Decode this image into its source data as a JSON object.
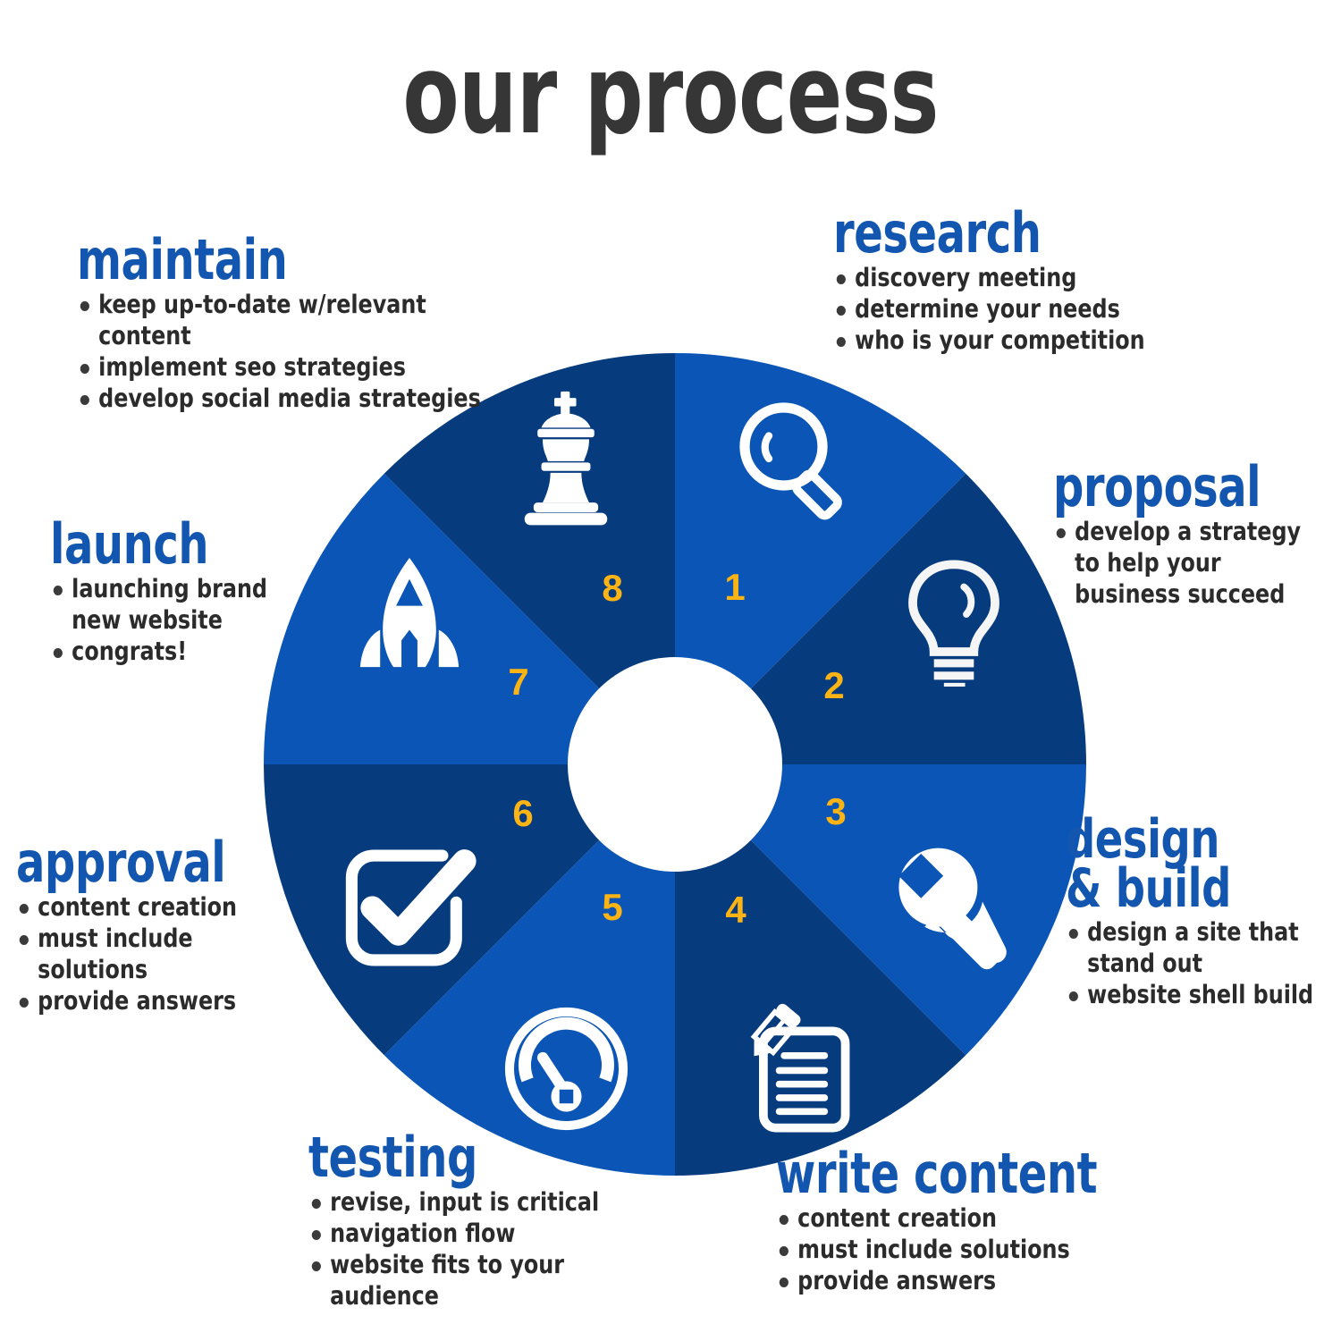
{
  "title": "our process",
  "colors": {
    "title_gray": "#363636",
    "heading_blue": "#1256b0",
    "segment_light": "#0a55b5",
    "segment_dark": "#063b7e",
    "number_orange": "#fcb415",
    "icon_white": "#ffffff",
    "body_text": "#2b2b2b"
  },
  "wheel": {
    "hub_label": "",
    "segments": [
      {
        "number": "1",
        "icon": "magnifier-icon",
        "stage": "research",
        "shade": "light"
      },
      {
        "number": "2",
        "icon": "lightbulb-icon",
        "stage": "proposal",
        "shade": "dark"
      },
      {
        "number": "3",
        "icon": "wrench-icon",
        "stage": "design & build",
        "shade": "light"
      },
      {
        "number": "4",
        "icon": "document-pencil-icon",
        "stage": "write content",
        "shade": "dark"
      },
      {
        "number": "5",
        "icon": "gauge-icon",
        "stage": "testing",
        "shade": "light"
      },
      {
        "number": "6",
        "icon": "checkbox-icon",
        "stage": "approval",
        "shade": "dark"
      },
      {
        "number": "7",
        "icon": "rocket-icon",
        "stage": "launch",
        "shade": "light"
      },
      {
        "number": "8",
        "icon": "chess-king-icon",
        "stage": "maintain",
        "shade": "dark"
      }
    ]
  },
  "callouts": {
    "maintain": {
      "heading": "maintain",
      "bullets": [
        "keep up-to-date w/relevant content",
        "implement seo strategies",
        "develop social media strategies"
      ]
    },
    "research": {
      "heading": "research",
      "bullets": [
        "discovery meeting",
        "determine your needs",
        "who is your competition"
      ]
    },
    "proposal": {
      "heading": "proposal",
      "bullets": [
        "develop a strategy to help your business succeed"
      ]
    },
    "design_build": {
      "heading_line1": "design",
      "heading_line2": "& build",
      "bullets": [
        "design a site that stand out",
        "website shell build"
      ]
    },
    "write_content": {
      "heading": "write content",
      "bullets": [
        "content creation",
        "must include solutions",
        "provide answers"
      ]
    },
    "testing": {
      "heading": "testing",
      "bullets": [
        "revise, input is critical",
        "navigation flow",
        "website fits to your audience"
      ]
    },
    "approval": {
      "heading": "approval",
      "bullets": [
        "content creation",
        "must include solutions",
        "provide answers"
      ]
    },
    "launch": {
      "heading": "launch",
      "bullets": [
        "launching brand new website",
        "congrats!"
      ]
    }
  }
}
